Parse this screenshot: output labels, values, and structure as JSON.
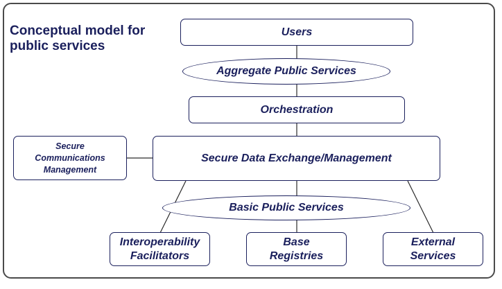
{
  "title": "Conceptual model for public services",
  "nodes": {
    "users": "Users",
    "aggregate_public_services": "Aggregate Public Services",
    "orchestration": "Orchestration",
    "secure_data_exchange": "Secure Data Exchange/Management",
    "secure_communications": "Secure Communications Management",
    "basic_public_services": "Basic Public Services",
    "interoperability_facilitators": "Interoperability Facilitators",
    "base_registries": "Base Registries",
    "external_services": "External Services"
  }
}
